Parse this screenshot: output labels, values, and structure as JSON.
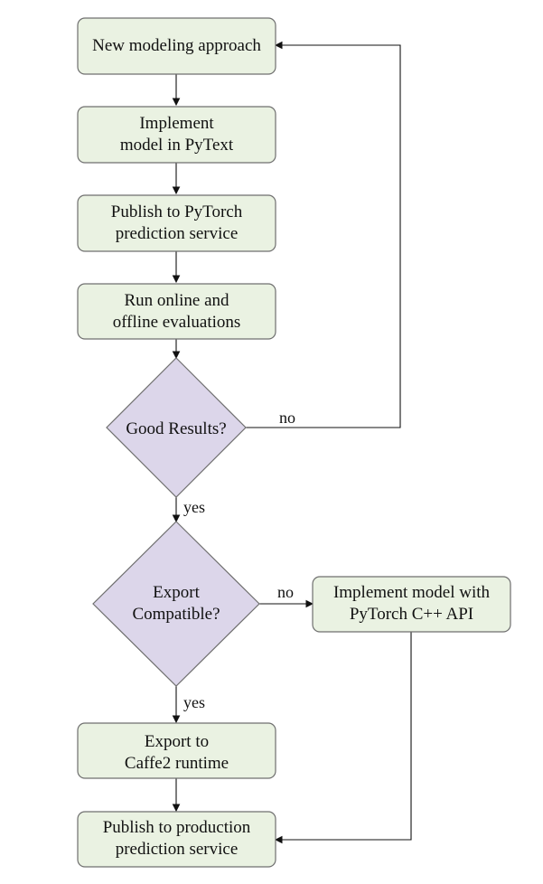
{
  "nodes": {
    "new_modeling_approach": {
      "lines": [
        "New modeling approach"
      ]
    },
    "implement_pytext": {
      "lines": [
        "Implement",
        "model in PyText"
      ]
    },
    "publish_pytorch": {
      "lines": [
        "Publish to PyTorch",
        "prediction service"
      ]
    },
    "run_evaluations": {
      "lines": [
        "Run online and",
        "offline evaluations"
      ]
    },
    "good_results": {
      "lines": [
        "Good Results?"
      ]
    },
    "export_compatible": {
      "lines": [
        "Export",
        "Compatible?"
      ]
    },
    "implement_cpp": {
      "lines": [
        "Implement model with",
        "PyTorch C++ API"
      ]
    },
    "export_caffe2": {
      "lines": [
        "Export to",
        "Caffe2 runtime"
      ]
    },
    "publish_production": {
      "lines": [
        "Publish to production",
        "prediction service"
      ]
    }
  },
  "edges": {
    "good_results_no": "no",
    "good_results_yes": "yes",
    "export_compatible_no": "no",
    "export_compatible_yes": "yes"
  }
}
